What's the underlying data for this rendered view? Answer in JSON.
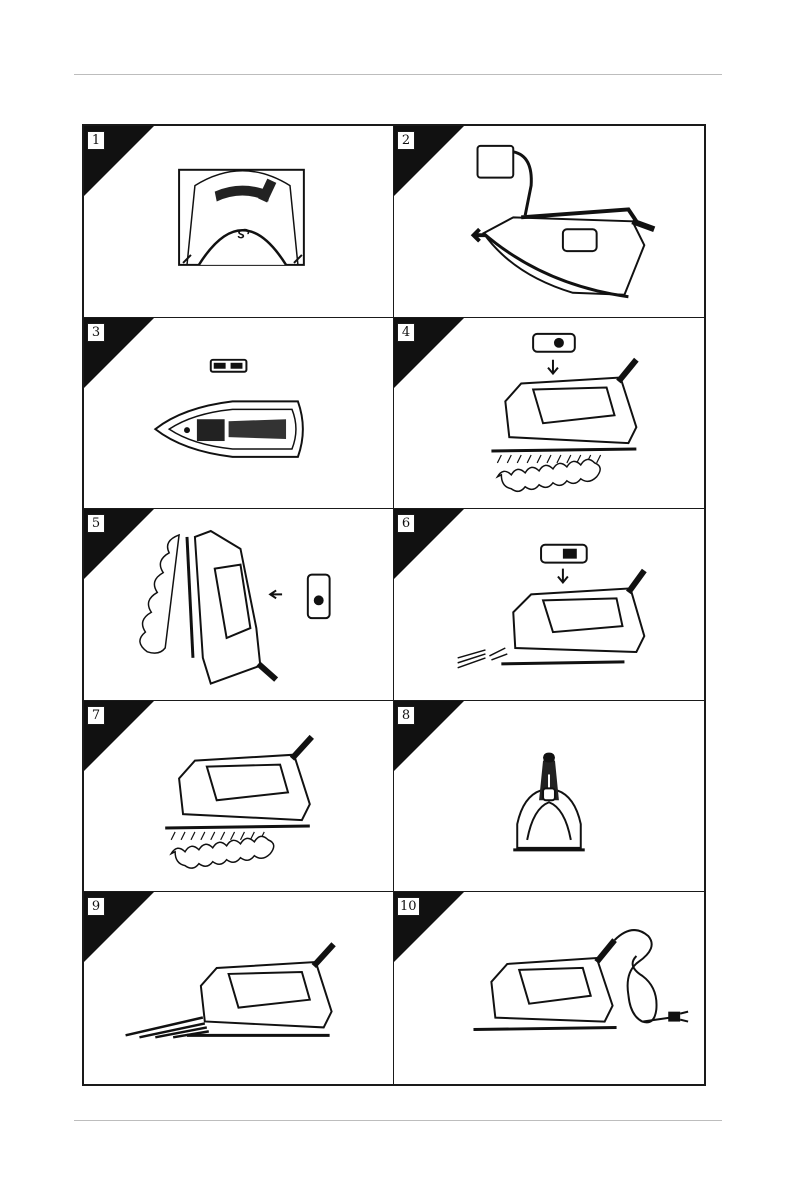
{
  "page": {
    "steps": [
      {
        "number": "1",
        "illustration": "iron-rear-temperature-dial"
      },
      {
        "number": "2",
        "illustration": "iron-filling-water"
      },
      {
        "number": "3",
        "illustration": "iron-top-steam-selector"
      },
      {
        "number": "4",
        "illustration": "iron-steam-ironing"
      },
      {
        "number": "5",
        "illustration": "iron-vertical-steam"
      },
      {
        "number": "6",
        "illustration": "iron-spray-function"
      },
      {
        "number": "7",
        "illustration": "iron-dry-ironing"
      },
      {
        "number": "8",
        "illustration": "iron-self-clean-button"
      },
      {
        "number": "9",
        "illustration": "iron-burst-of-steam"
      },
      {
        "number": "10",
        "illustration": "iron-unplugged-cord"
      }
    ]
  }
}
